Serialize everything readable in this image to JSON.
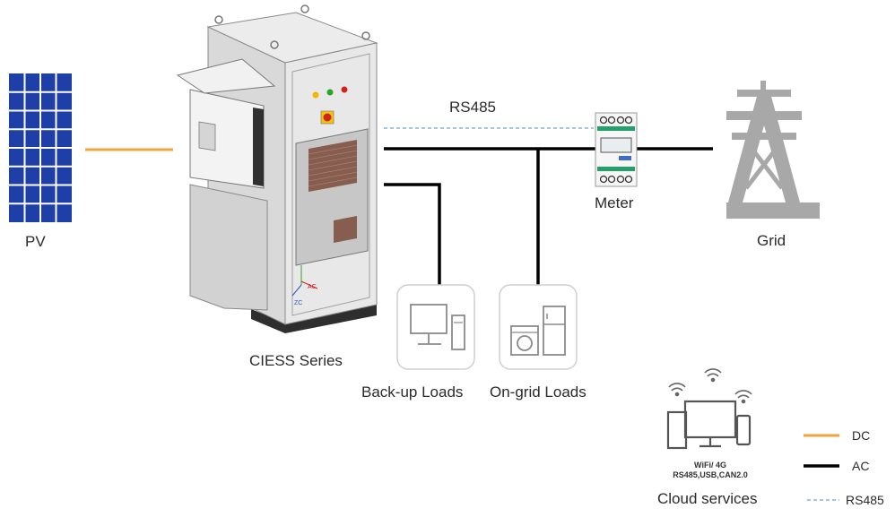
{
  "labels": {
    "pv": "PV",
    "ciess": "CIESS Series",
    "rs485_link": "RS485",
    "meter": "Meter",
    "grid": "Grid",
    "backup_loads": "Back-up Loads",
    "ongrid_loads": "On-grid Loads",
    "cloud_services": "Cloud services",
    "cloud_line1": "WiFi/ 4G",
    "cloud_line2": "RS485,USB,CAN2.0",
    "cabinet_ac": "AC",
    "cabinet_zc": "ZC"
  },
  "legend": [
    {
      "key": "dc",
      "label": "DC",
      "color": "#f0a53c",
      "style": "solid"
    },
    {
      "key": "ac",
      "label": "AC",
      "color": "#000000",
      "style": "solid"
    },
    {
      "key": "rs485",
      "label": "RS485",
      "color": "#6aa3cf",
      "style": "dashed"
    }
  ],
  "colors": {
    "pv_panel": "#1f3fa8",
    "pv_grid": "#ffffff",
    "tower": "#a8a8a8",
    "cabinet": "#e2e2e2",
    "led_colors": [
      "#f2b600",
      "#2aa52a",
      "#d52020"
    ]
  }
}
